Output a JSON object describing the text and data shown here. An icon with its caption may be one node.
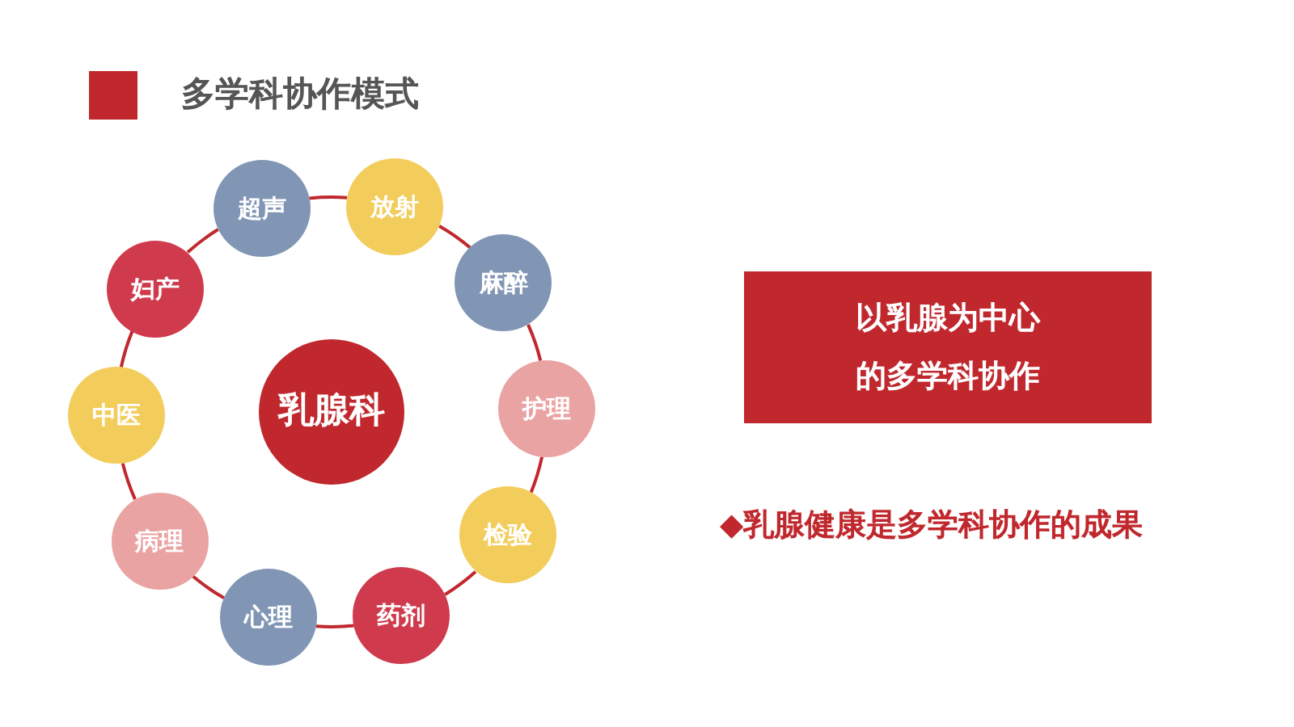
{
  "diagram": {
    "title": "多学科协作模式",
    "nodes": [
      {
        "text": [
          "超声"
        ]
      },
      {
        "text": [
          "放射"
        ]
      },
      {
        "text": [
          "麻醉"
        ]
      },
      {
        "text": [
          "护理"
        ]
      },
      {
        "text": [
          "检验"
        ]
      },
      {
        "text": [
          "药剂"
        ]
      },
      {
        "text": [
          "心理"
        ]
      },
      {
        "text": [
          "病理"
        ]
      },
      {
        "text": [
          "中医"
        ]
      },
      {
        "text": [
          "妇产"
        ]
      },
      {
        "text": [
          "乳腺科"
        ]
      },
      {
        "text": [
          "以乳腺为中心的多学科协作"
        ]
      }
    ],
    "edges": [
      {
        "from": 0,
        "to": 1,
        "arrow": "none"
      },
      {
        "from": 1,
        "to": 2,
        "arrow": "none"
      },
      {
        "from": 2,
        "to": 3,
        "arrow": "none"
      },
      {
        "from": 3,
        "to": 4,
        "arrow": "none"
      },
      {
        "from": 4,
        "to": 5,
        "arrow": "none"
      },
      {
        "from": 5,
        "to": 6,
        "arrow": "none"
      },
      {
        "from": 6,
        "to": 7,
        "arrow": "none"
      },
      {
        "from": 7,
        "to": 8,
        "arrow": "none"
      },
      {
        "from": 8,
        "to": 9,
        "arrow": "none"
      },
      {
        "from": 9,
        "to": 0,
        "arrow": "none"
      }
    ],
    "labels": [
      "◆乳腺健康是多学科协作的成果"
    ]
  }
}
